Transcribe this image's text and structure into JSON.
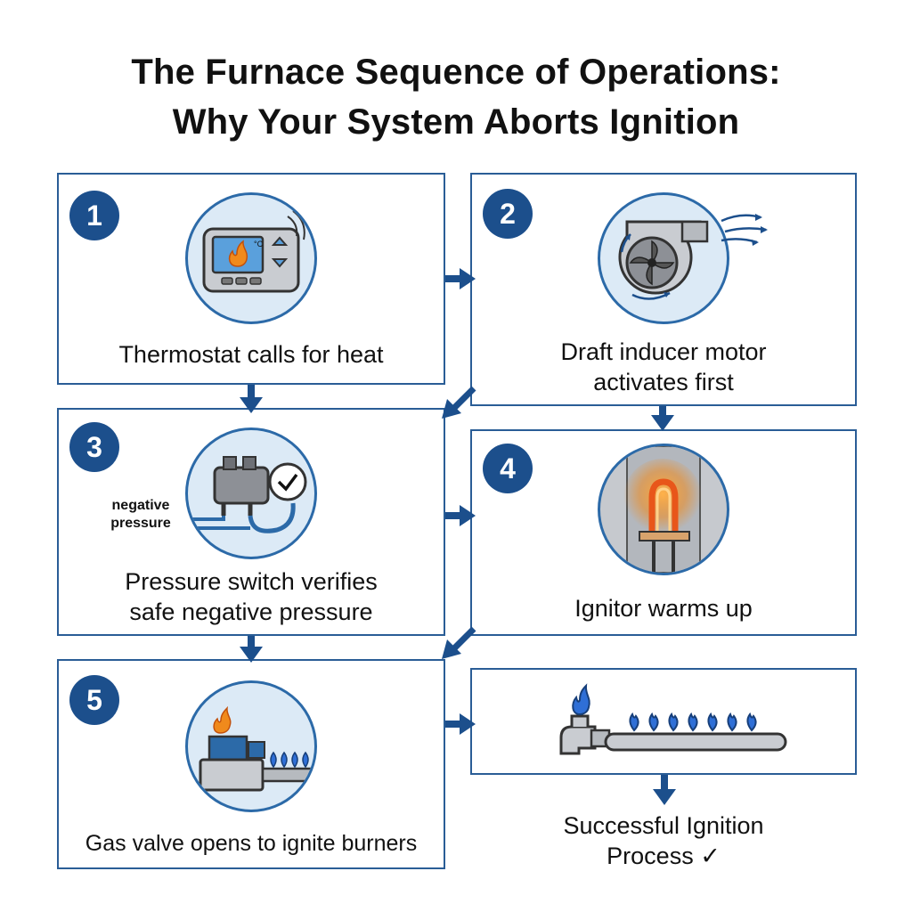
{
  "title_line1": "The Furnace Sequence of Operations:",
  "title_line2": "Why Your System Aborts Ignition",
  "steps": [
    {
      "number": "1",
      "label": "Thermostat calls for heat",
      "icon": "thermostat-icon"
    },
    {
      "number": "2",
      "label_line1": "Draft inducer motor",
      "label_line2": "activates first",
      "icon": "inducer-fan-icon"
    },
    {
      "number": "3",
      "label_line1": "Pressure switch verifies",
      "label_line2": "safe negative pressure",
      "side_note_line1": "negative",
      "side_note_line2": "pressure",
      "icon": "pressure-switch-icon"
    },
    {
      "number": "4",
      "label": "Ignitor warms up",
      "icon": "ignitor-icon"
    },
    {
      "number": "5",
      "label": "Gas valve opens to ignite burners",
      "icon": "gas-valve-icon"
    }
  ],
  "final": {
    "label_line1": "Successful Ignition",
    "label_line2": "Process ✓",
    "icon": "burner-manifold-icon"
  },
  "colors": {
    "border": "#2a5d96",
    "badge": "#1c4f8c",
    "circle_fill": "#dceaf6",
    "arrow": "#1c4f8c",
    "flame_blue": "#2f6fd6",
    "flame_orange": "#f08a1c"
  }
}
